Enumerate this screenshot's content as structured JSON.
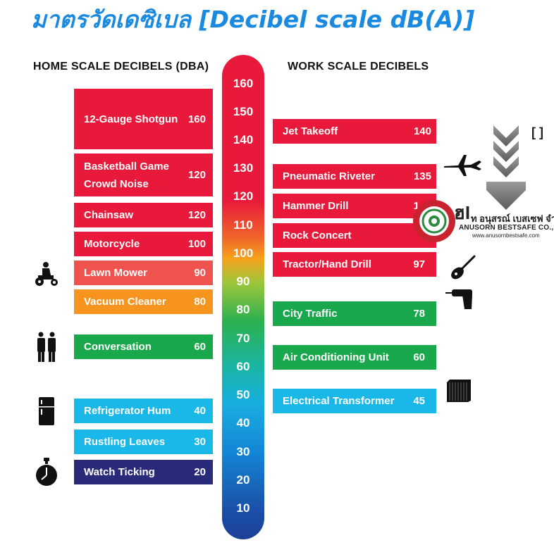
{
  "title": "มาตรวัดเดซิเบล [Decibel scale dB(A)]",
  "home_header": "HOME SCALE DECIBELS (DBA)",
  "work_header": "WORK SCALE DECIBELS",
  "scale_ticks": [
    "160",
    "150",
    "140",
    "130",
    "120",
    "110",
    "100",
    "90",
    "80",
    "70",
    "60",
    "50",
    "40",
    "30",
    "20",
    "10"
  ],
  "home_items": [
    {
      "label": "12-Gauge Shotgun",
      "value": "160"
    },
    {
      "label": "Basketball Game Crowd Noise",
      "value": "120"
    },
    {
      "label": "Chainsaw",
      "value": "120"
    },
    {
      "label": "Motorcycle",
      "value": "100"
    },
    {
      "label": "Lawn Mower",
      "value": "90"
    },
    {
      "label": "Vacuum Cleaner",
      "value": "80"
    },
    {
      "label": "Conversation",
      "value": "60"
    },
    {
      "label": "Refrigerator Hum",
      "value": "40"
    },
    {
      "label": "Rustling Leaves",
      "value": "30"
    },
    {
      "label": "Watch Ticking",
      "value": "20"
    }
  ],
  "work_items": [
    {
      "label": "Jet Takeoff",
      "value": "140"
    },
    {
      "label": "Pneumatic Riveter",
      "value": "135"
    },
    {
      "label": "Hammer Drill",
      "value": "1"
    },
    {
      "label": "Rock Concert",
      "value": ""
    },
    {
      "label": "Tractor/Hand Drill",
      "value": "97"
    },
    {
      "label": "City Traffic",
      "value": "78"
    },
    {
      "label": "Air Conditioning Unit",
      "value": "60"
    },
    {
      "label": "Electrical Transformer",
      "value": "45"
    }
  ],
  "watermark": {
    "bracket": "[ ]",
    "thai": "ท อนุสรณ์ เบสเซฟ จำกัด",
    "en": "ANUSORN BESTSAFE CO.,LTD",
    "url": "www.anusornbestsafe.com"
  },
  "colors": {
    "red": "#e8193a",
    "coral": "#ef5350",
    "orange": "#f7941d",
    "green": "#1aa84c",
    "cyan": "#1ab8e8",
    "navy": "#2a2a7a",
    "title_blue": "#1a8ae0"
  },
  "icons": [
    "lawn-mower-icon",
    "family-icon",
    "refrigerator-icon",
    "stopwatch-icon",
    "jet-icon",
    "guitar-icon",
    "drill-icon",
    "transformer-icon",
    "arrow-down-icon"
  ]
}
